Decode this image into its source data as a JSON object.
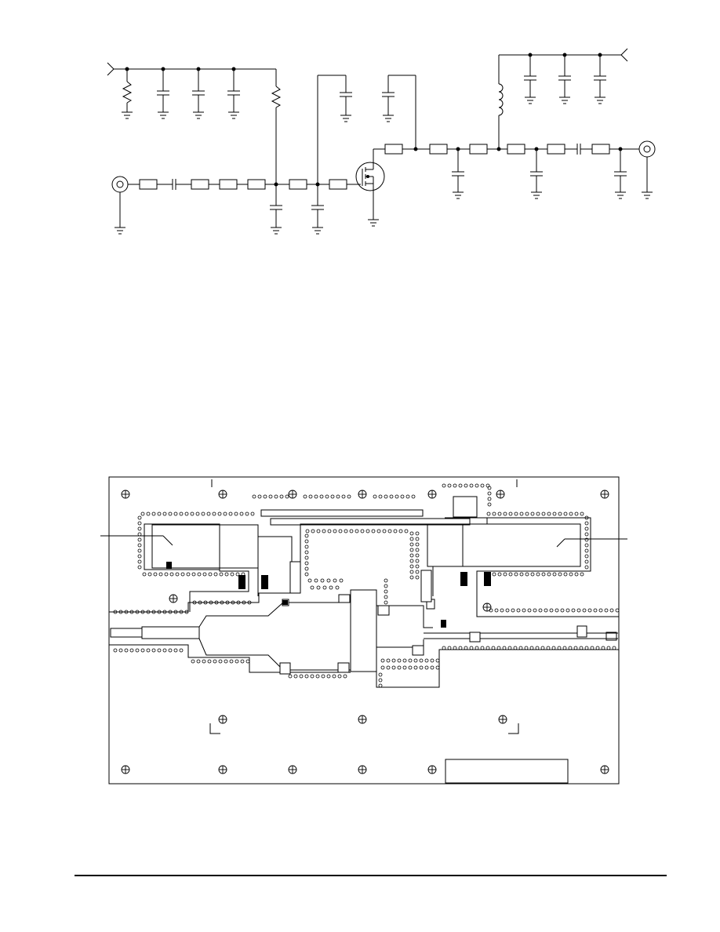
{
  "page": {
    "title": "",
    "colors": {
      "ink": "#000000",
      "paper": "#ffffff"
    }
  },
  "schematic": {
    "description_visible_text": "",
    "components": {
      "input_connector": "coax-connector-icon",
      "output_connector": "coax-connector-icon",
      "transistor": "mosfet-icon",
      "inductor": "inductor-icon",
      "supply_arrows": [
        "gate-bias-arrow-icon",
        "drain-supply-arrow-icon"
      ]
    }
  },
  "pcb_layout": {
    "label_box_text": "",
    "input_port": "input-coax-line",
    "output_port": "output-coax-line"
  },
  "footer": {
    "rule": "footer-rule"
  }
}
